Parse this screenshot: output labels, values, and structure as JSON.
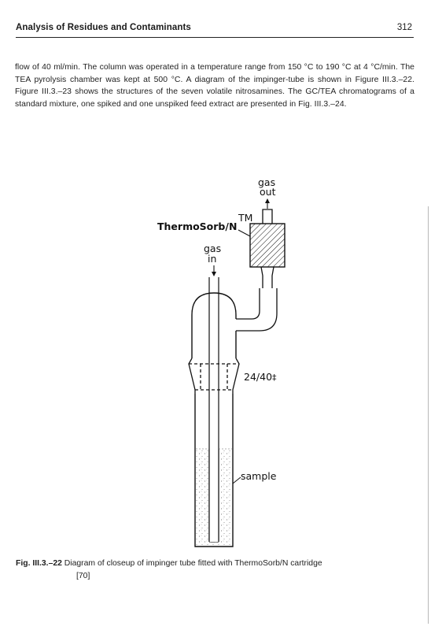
{
  "header": {
    "title": "Analysis of Residues and Contaminants",
    "page_number": "312"
  },
  "body": {
    "paragraph": "flow of 40 ml/min. The column was operated in a temperature range from 150 °C to 190 °C at 4 °C/min. The TEA pyrolysis chamber was kept at 500 °C. A diagram of the impinger-tube is shown in Figure III.3.–22. Figure III.3.–23 shows the structures of the seven volatile nitrosamines. The GC/TEA chromatograms of a standard mixture, one spiked and one unspiked feed extract are presented in Fig. III.3.–24."
  },
  "diagram": {
    "gas_out_line1": "gas",
    "gas_out_line2": "out",
    "cartridge_label": "ThermoSorb/N",
    "trademark": "TM",
    "gas_in_line1": "gas",
    "gas_in_line2": "in",
    "joint_label": "24/40",
    "joint_symbol": "‡",
    "sample_label": "sample"
  },
  "caption": {
    "label": "Fig. III.3.–22",
    "text": "Diagram of closeup of impinger tube fitted with ThermoSorb/N cartridge",
    "reference": "[70]"
  }
}
